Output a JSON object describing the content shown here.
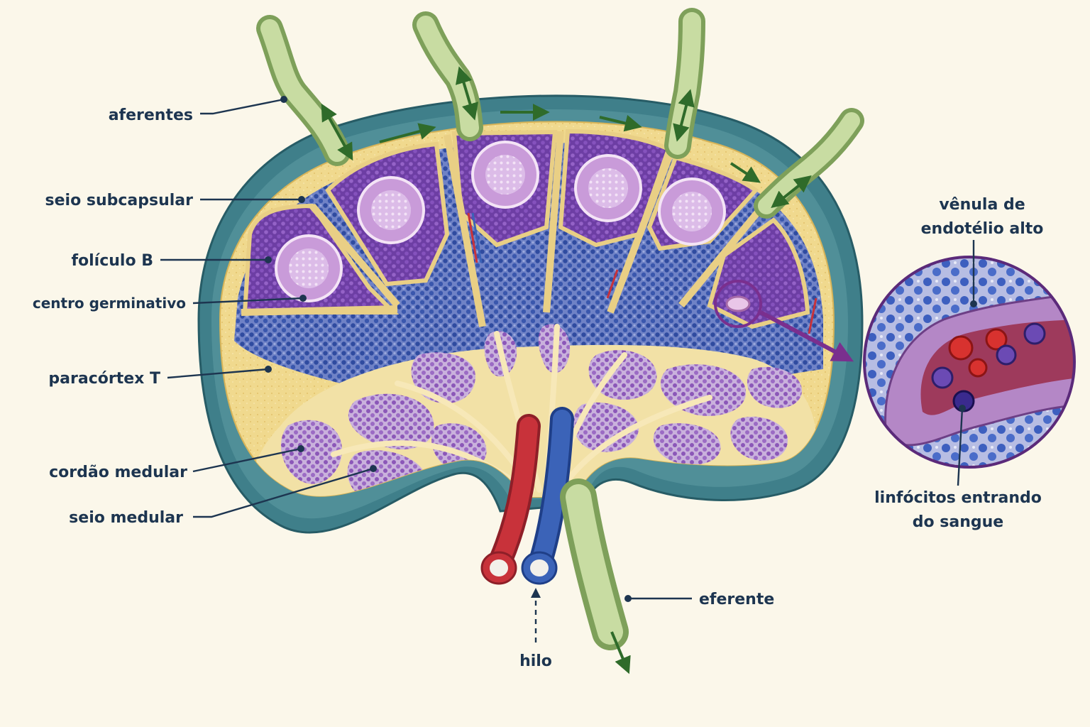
{
  "labels": {
    "afferent": "aferentes",
    "subcapsular_sinus": "seio subcapsular",
    "b_follicle": "folículo B",
    "germinal_center": "centro germinativo",
    "t_paracortex": "paracórtex T",
    "medullary_cord": "cordão medular",
    "medullary_sinus": "seio medular",
    "hilum": "hilo",
    "efferent": "eferente",
    "hev_line1": "vênula de",
    "hev_line2": "endotélio alto",
    "lymph_line1": "linfócitos entrando",
    "lymph_line2": "do sangue"
  },
  "colors": {
    "background": "#fbf7ea",
    "capsule": "#3f7f8a",
    "sinus": "#f1d98c",
    "follicle": "#7d4fb4",
    "germinal_center": "#e1c2ea",
    "paracortex": "#4d65b3",
    "medullary_cord": "#9a66bf",
    "lymph_vessel": "#b9d08a",
    "artery": "#c8323a",
    "vein": "#3b63b8",
    "flow_arrow": "#2f6b2a",
    "zoom_arrow": "#7a2f8e",
    "label_text": "#1d3550"
  }
}
